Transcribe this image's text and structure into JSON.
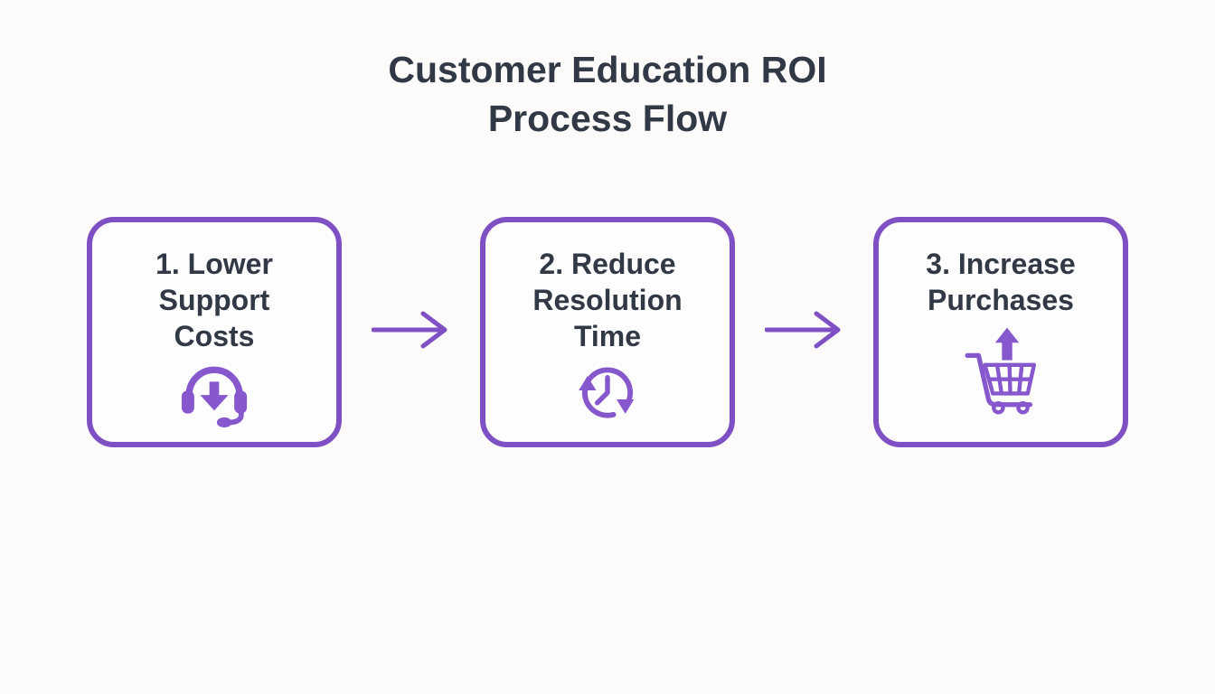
{
  "title": {
    "line1": "Customer Education ROI",
    "line2": "Process Flow"
  },
  "colors": {
    "accent": "#7e50c4",
    "icon": "#8757ce",
    "text_dark": "#313946",
    "background": "#fcfbfa",
    "box_fill": "#fdfdfd"
  },
  "steps": [
    {
      "label_lines": [
        "1. Lower",
        "Support",
        "Costs"
      ],
      "icon": "headset-down-arrow-icon"
    },
    {
      "label_lines": [
        "2. Reduce",
        "Resolution",
        "Time"
      ],
      "icon": "clock-refresh-icon"
    },
    {
      "label_lines": [
        "3. Increase",
        "Purchases"
      ],
      "icon": "cart-up-arrow-icon"
    }
  ]
}
